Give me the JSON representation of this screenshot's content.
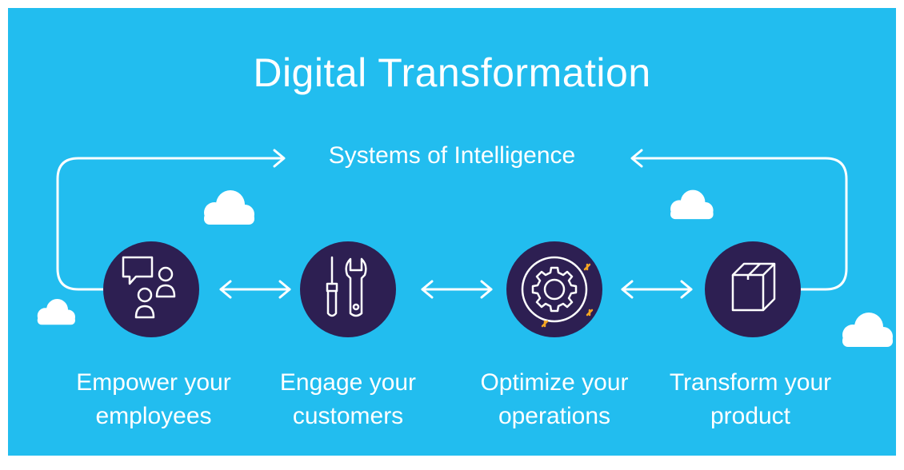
{
  "title": "Digital Transformation",
  "subtitle": "Systems of Intelligence",
  "colors": {
    "background": "#22bdef",
    "circle": "#2d1f52",
    "accent": "#f5a623",
    "line": "#ffffff"
  },
  "steps": [
    {
      "line1": "Empower your",
      "line2": "employees",
      "icon": "people-chat-icon"
    },
    {
      "line1": "Engage your",
      "line2": "customers",
      "icon": "tools-icon"
    },
    {
      "line1": "Optimize your",
      "line2": "operations",
      "icon": "gear-icon"
    },
    {
      "line1": "Transform your",
      "line2": "product",
      "icon": "box-icon"
    }
  ]
}
